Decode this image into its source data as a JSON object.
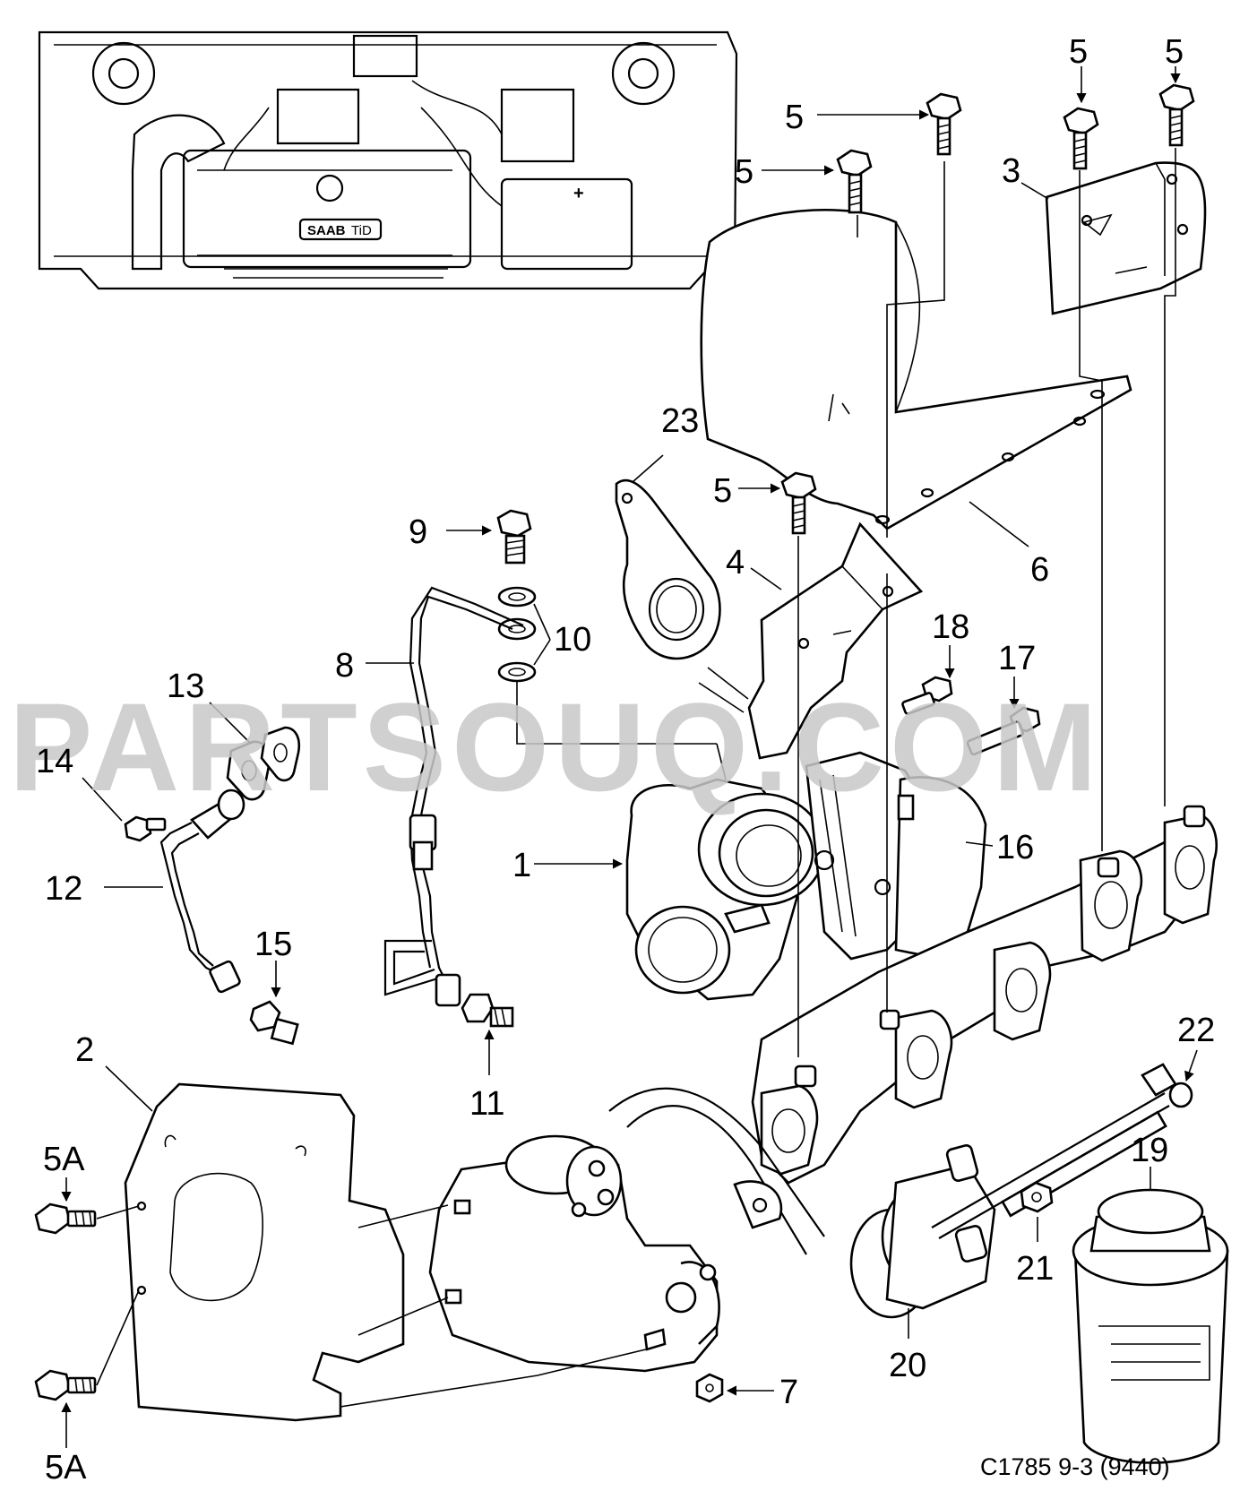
{
  "diagram": {
    "watermark": "PARTSOUQ.COM",
    "caption": "C1785 9-3 (9440)",
    "engine_badge": "SAAB",
    "engine_badge_suffix": "TiD",
    "callouts": [
      {
        "id": "c5a",
        "label": "5"
      },
      {
        "id": "c5b",
        "label": "5"
      },
      {
        "id": "c5c",
        "label": "5"
      },
      {
        "id": "c5d",
        "label": "5"
      },
      {
        "id": "c3",
        "label": "3"
      },
      {
        "id": "c23",
        "label": "23"
      },
      {
        "id": "c5e",
        "label": "5"
      },
      {
        "id": "c9",
        "label": "9"
      },
      {
        "id": "c4",
        "label": "4"
      },
      {
        "id": "c6",
        "label": "6"
      },
      {
        "id": "c10",
        "label": "10"
      },
      {
        "id": "c8",
        "label": "8"
      },
      {
        "id": "c18",
        "label": "18"
      },
      {
        "id": "c17",
        "label": "17"
      },
      {
        "id": "c13",
        "label": "13"
      },
      {
        "id": "c14",
        "label": "14"
      },
      {
        "id": "c16",
        "label": "16"
      },
      {
        "id": "c1",
        "label": "1"
      },
      {
        "id": "c12",
        "label": "12"
      },
      {
        "id": "c15",
        "label": "15"
      },
      {
        "id": "c22",
        "label": "22"
      },
      {
        "id": "c2",
        "label": "2"
      },
      {
        "id": "c11",
        "label": "11"
      },
      {
        "id": "c19",
        "label": "19"
      },
      {
        "id": "c5A1",
        "label": "5A"
      },
      {
        "id": "c21",
        "label": "21"
      },
      {
        "id": "c20",
        "label": "20"
      },
      {
        "id": "c7",
        "label": "7"
      },
      {
        "id": "c5A2",
        "label": "5A"
      }
    ]
  }
}
